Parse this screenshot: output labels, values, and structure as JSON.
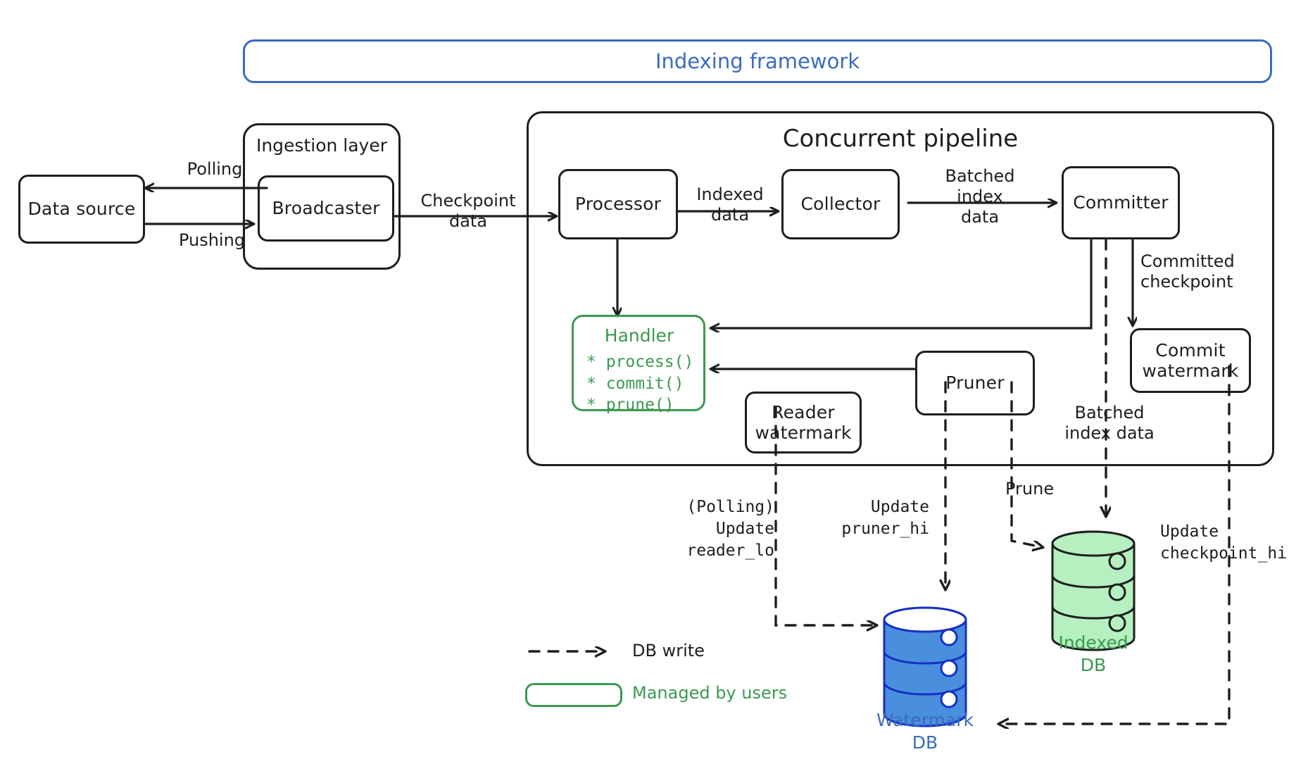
{
  "diagram": {
    "title": "Indexing framework",
    "accent_blue": "#3A6BBF",
    "accent_green": "#3a9a4e",
    "ink": "#1e1e1e",
    "db_green_fill": "#b6efc0",
    "db_blue_fill": "#4a8ede"
  },
  "frame": {
    "label": "Indexing framework"
  },
  "groups": {
    "ingestion": {
      "title": "Ingestion layer"
    },
    "pipeline": {
      "title": "Concurrent pipeline"
    }
  },
  "nodes": {
    "data_source": {
      "label": "Data source"
    },
    "broadcaster": {
      "label": "Broadcaster"
    },
    "processor": {
      "label": "Processor"
    },
    "collector": {
      "label": "Collector"
    },
    "committer": {
      "label": "Committer"
    },
    "commit_watermark": {
      "line1": "Commit",
      "line2": "watermark"
    },
    "reader_watermark": {
      "line1": "Reader",
      "line2": "watermark"
    },
    "pruner": {
      "label": "Pruner"
    }
  },
  "handler": {
    "title": "Handler",
    "methods": [
      "* process()",
      "* commit()",
      "* prune()"
    ]
  },
  "edge_labels": {
    "polling": "Polling",
    "pushing": "Pushing",
    "checkpoint_data": "Checkpoint\ndata",
    "indexed_data": "Indexed\ndata",
    "batched_index_data_top": "Batched\nindex\ndata",
    "committed_checkpoint": "Committed\ncheckpoint",
    "batched_index_data_bottom": "Batched\nindex data",
    "prune": "Prune",
    "polling_update_reader_lo": "(Polling)\nUpdate\nreader_lo",
    "update_pruner_hi": "Update\npruner_hi",
    "update_checkpoint_hi": "Update\ncheckpoint_hi"
  },
  "databases": {
    "indexed_db": {
      "line1": "Indexed",
      "line2": "DB",
      "color": "green"
    },
    "watermark_db": {
      "line1": "Watermark",
      "line2": "DB",
      "color": "blue"
    }
  },
  "legend": {
    "db_write": "DB write",
    "managed_by_users": "Managed by users"
  }
}
